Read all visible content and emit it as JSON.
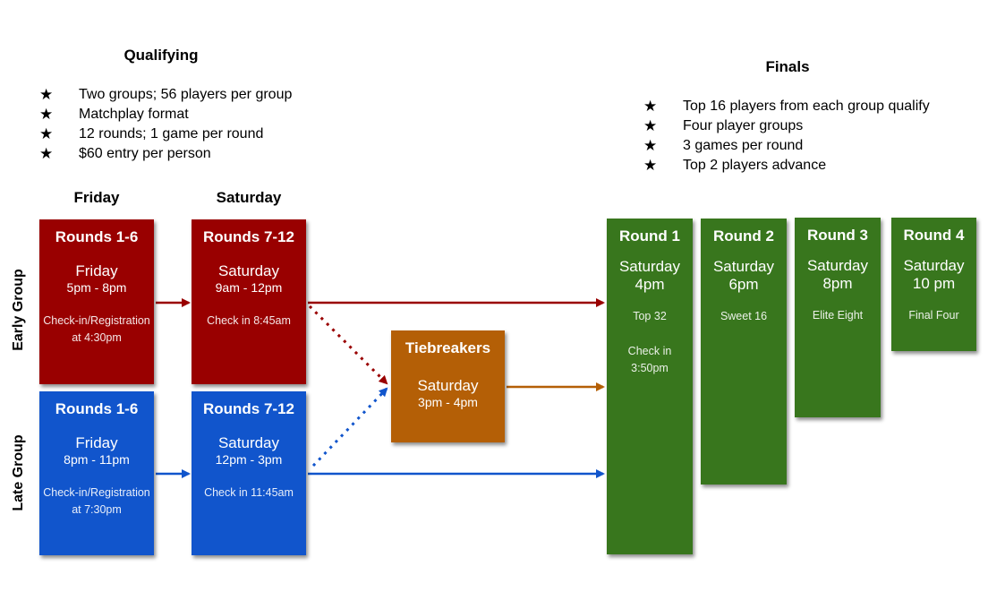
{
  "qualifying": {
    "title": "Qualifying",
    "bullets": [
      "Two groups; 56 players per group",
      "Matchplay format",
      "12 rounds; 1 game per round",
      "$60 entry per person"
    ]
  },
  "finals": {
    "title": "Finals",
    "bullets": [
      "Top 16 players from each group qualify",
      "Four player groups",
      "3 games per round",
      "Top 2 players advance"
    ]
  },
  "bullet_symbol": "★",
  "days": {
    "friday": "Friday",
    "saturday": "Saturday"
  },
  "groups": {
    "early": "Early Group",
    "late": "Late Group"
  },
  "colors": {
    "early": "#990000",
    "late": "#1155cc",
    "tiebreak": "#b45f06",
    "finals": "#38761d"
  },
  "boxes": {
    "early_r1": {
      "title": "Rounds 1-6",
      "day": "Friday",
      "time": "5pm - 8pm",
      "note1": "Check-in/Registration",
      "note2": "at  4:30pm"
    },
    "early_r2": {
      "title": "Rounds 7-12",
      "day": "Saturday",
      "time": "9am - 12pm",
      "note1": "Check in 8:45am"
    },
    "late_r1": {
      "title": "Rounds 1-6",
      "day": "Friday",
      "time": "8pm - 11pm",
      "note1": "Check-in/Registration",
      "note2": "at 7:30pm"
    },
    "late_r2": {
      "title": "Rounds 7-12",
      "day": "Saturday",
      "time": "12pm - 3pm",
      "note1": "Check in 11:45am"
    },
    "tiebreakers": {
      "title": "Tiebreakers",
      "day": "Saturday",
      "time": "3pm - 4pm"
    },
    "final_r1": {
      "title": "Round 1",
      "day": "Saturday",
      "time": "4pm",
      "stage": "Top 32",
      "note1": "Check in",
      "note2": "3:50pm"
    },
    "final_r2": {
      "title": "Round 2",
      "day": "Saturday",
      "time": "6pm",
      "stage": "Sweet 16"
    },
    "final_r3": {
      "title": "Round 3",
      "day": "Saturday",
      "time": "8pm",
      "stage": "Elite Eight"
    },
    "final_r4": {
      "title": "Round 4",
      "day": "Saturday",
      "time": "10 pm",
      "stage": "Final Four"
    }
  }
}
